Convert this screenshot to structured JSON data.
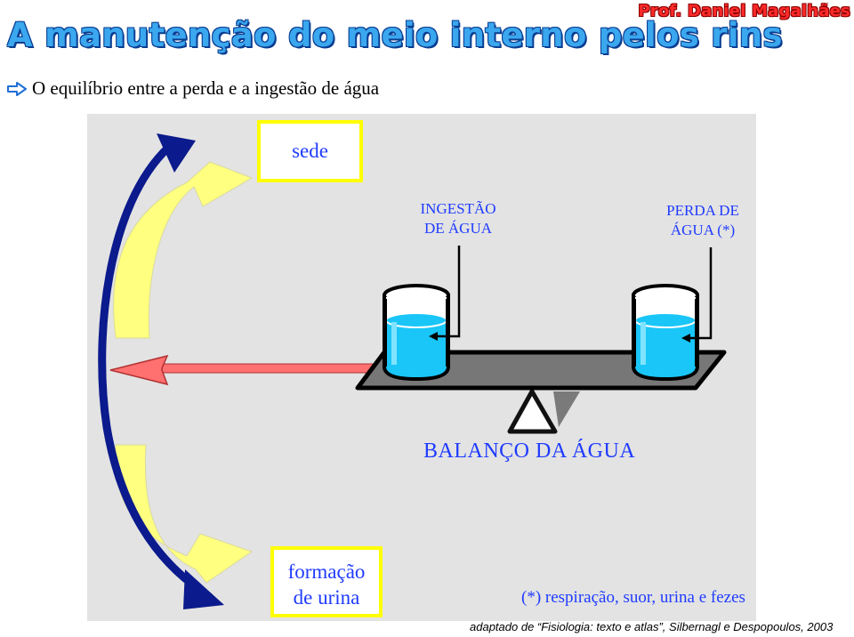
{
  "header": {
    "brand": "Prof. Daniel Magalhães",
    "title": "A manutenção do meio interno pelos rins",
    "subtitle": "O equilíbrio entre a perda e a ingestão de água"
  },
  "diagram": {
    "sede_label": "sede",
    "ingestao_label_line1": "INGESTÃO",
    "ingestao_label_line2": "DE ÁGUA",
    "perda_label_line1": "PERDA DE",
    "perda_label_line2": "ÁGUA (*)",
    "balance_label": "BALANÇO DA ÁGUA",
    "urina_label_line1": "formação",
    "urina_label_line2": "de urina",
    "footnote": "(*) respiração, suor, urina e fezes"
  },
  "credit": "adaptado de “Fisiologia: texto e atlas”, Silbernagl e Despopoulos, 2003",
  "colors": {
    "title": "#3aa7ee",
    "brand": "#ff2a2a",
    "label_blue": "#1f3bff",
    "arrow_navy": "#0b1a8c",
    "arrow_yellow": "#ffff80",
    "arrow_red": "#ff7070",
    "water": "#19c6f7",
    "panel": "#e3e3e3"
  },
  "icons": [
    "arrow-bullet-icon",
    "water-glass-icon",
    "balance-scale-icon"
  ]
}
